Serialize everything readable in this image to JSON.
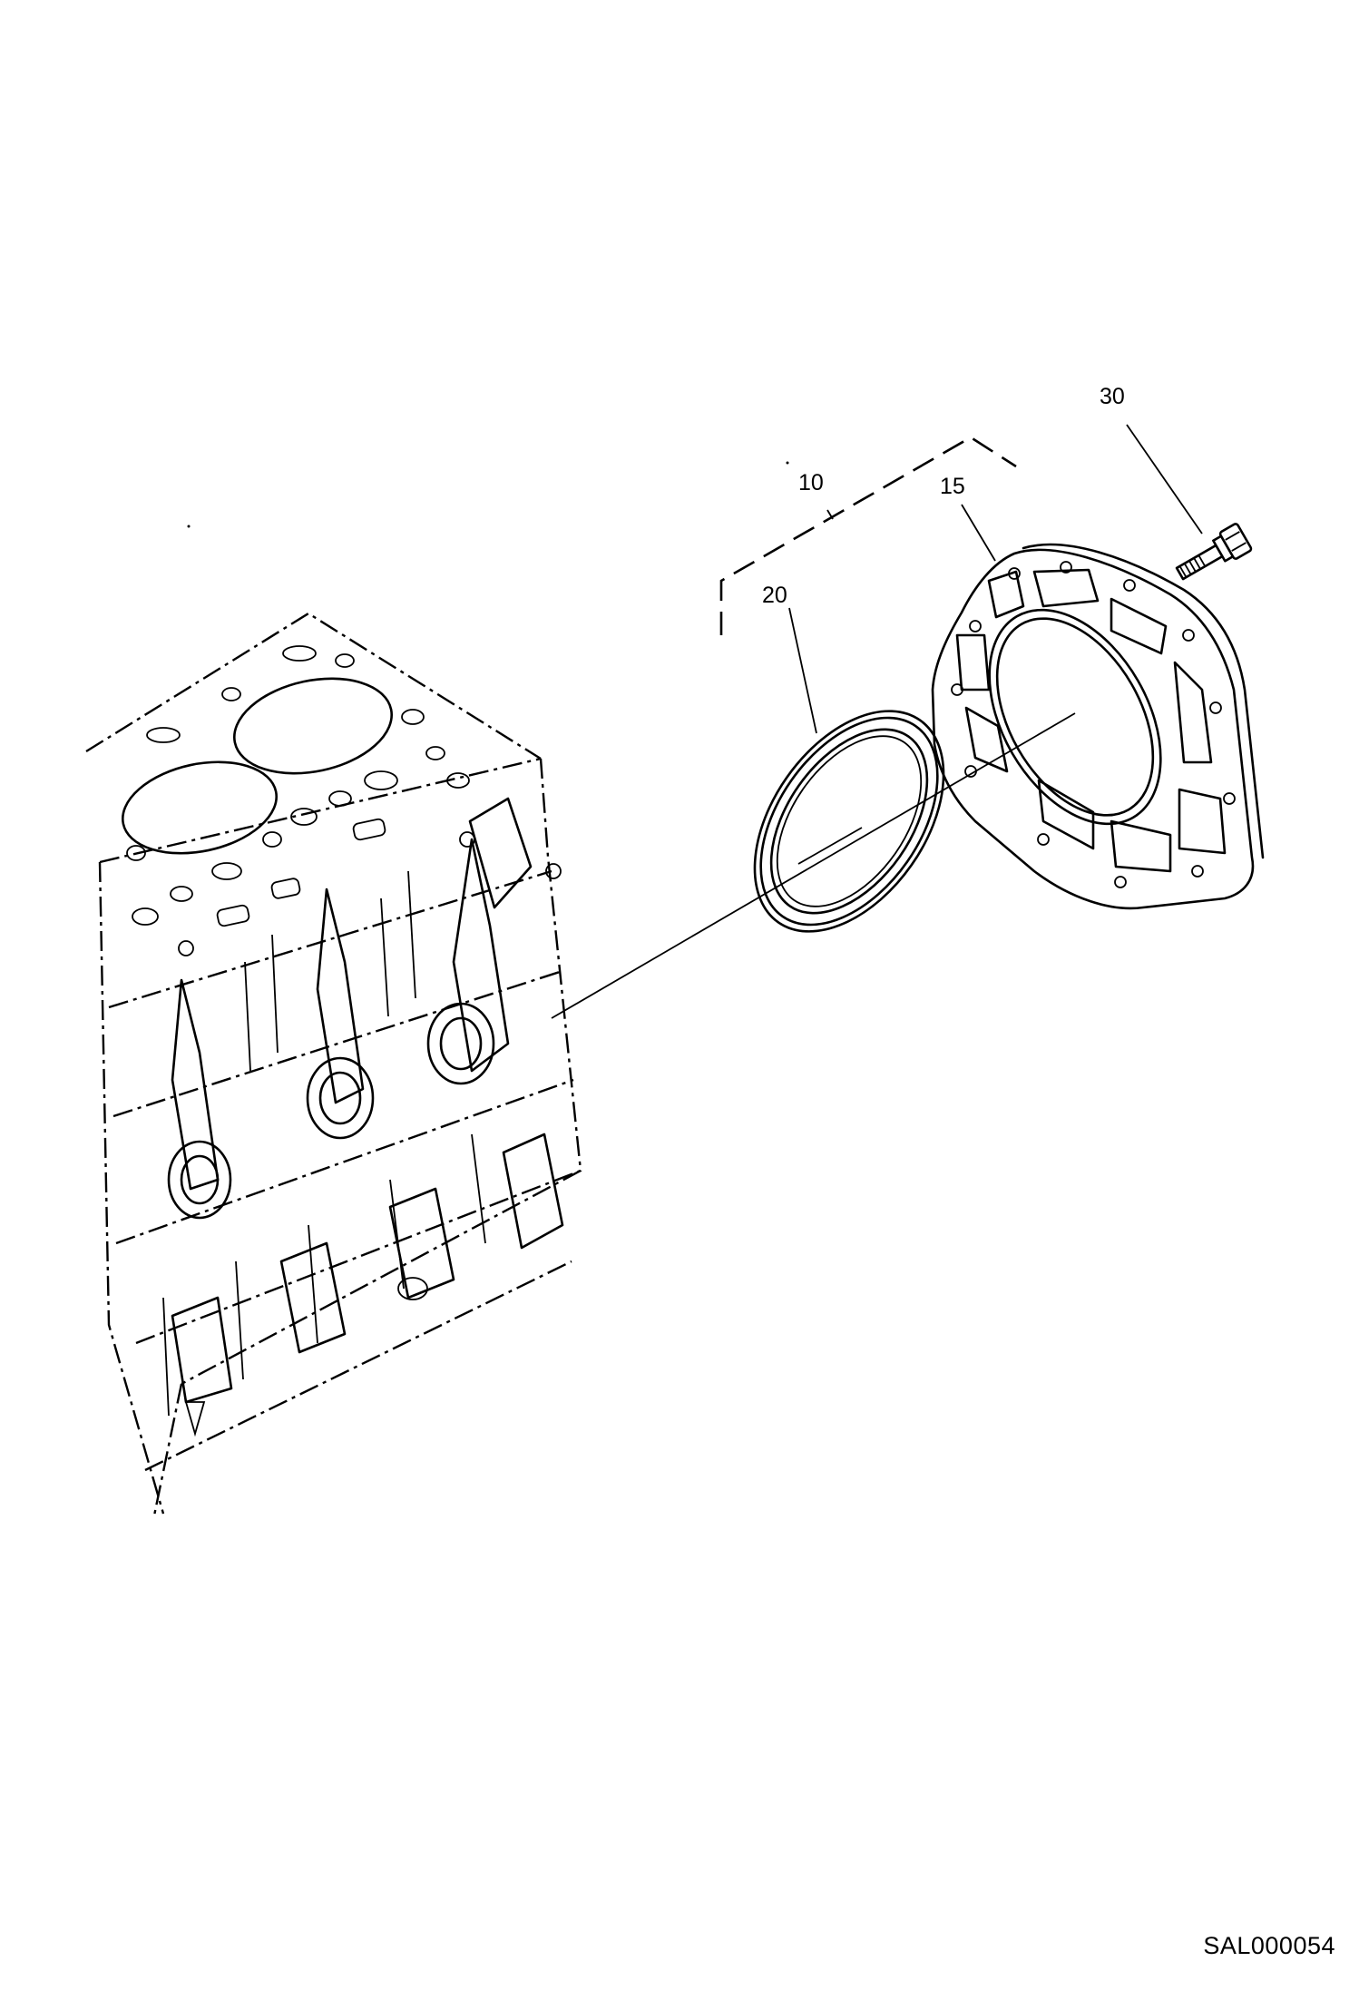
{
  "callouts": [
    {
      "id": "c10",
      "label": "10"
    },
    {
      "id": "c15",
      "label": "15"
    },
    {
      "id": "c20",
      "label": "20"
    },
    {
      "id": "c30",
      "label": "30"
    }
  ],
  "reference_code": "SAL000054",
  "parts": {
    "engine_block": "cylinder-block",
    "rear_plate": "rear-oil-seal-retainer",
    "oil_seal": "oil-seal-ring",
    "bolt": "bolt"
  }
}
